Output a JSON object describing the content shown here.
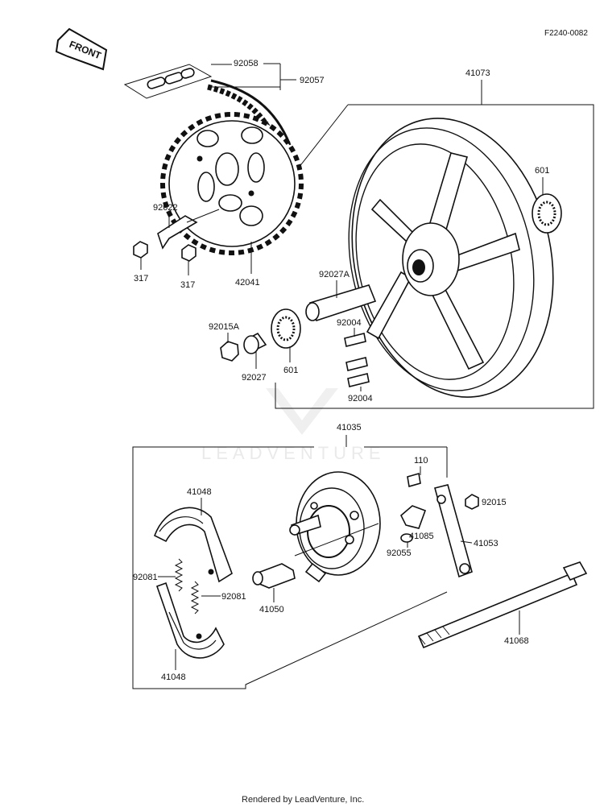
{
  "diagram_code": "F2240-0082",
  "front_label": "FRONT",
  "watermark": "LEADVENTURE",
  "footer": "Rendered by LeadVenture, Inc.",
  "parts": {
    "p92058": "92058",
    "p92057": "92057",
    "p41073": "41073",
    "p601_upper": "601",
    "p92022": "92022",
    "p317_a": "317",
    "p317_b": "317",
    "p42041": "42041",
    "p92027A": "92027A",
    "p92015A": "92015A",
    "p92004_a": "92004",
    "p92004_b": "92004",
    "p92027": "92027",
    "p601_lower": "601",
    "p41035": "41035",
    "p41048_upper": "41048",
    "p110": "110",
    "p92015": "92015",
    "p41085": "41085",
    "p92055": "92055",
    "p41053": "41053",
    "p92081_a": "92081",
    "p92081_b": "92081",
    "p41050": "41050",
    "p41068": "41068",
    "p41048_lower": "41048"
  }
}
